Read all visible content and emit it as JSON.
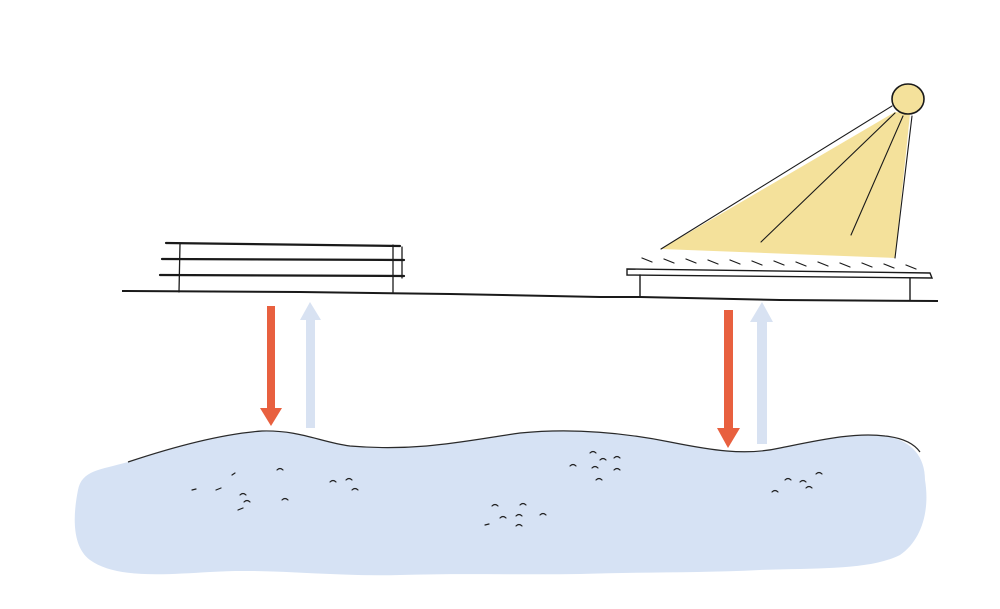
{
  "diagram": {
    "structures": [
      {
        "kind": "bench-structure",
        "icon": "bench-icon"
      },
      {
        "kind": "canopy-structure",
        "icon": "lamp-canopy-icon"
      }
    ],
    "arrows": [
      {
        "meaning": "heat-down",
        "color": "#e8603f"
      },
      {
        "meaning": "heat-up",
        "color": "#d8e2f2"
      },
      {
        "meaning": "heat-down",
        "color": "#e8603f"
      },
      {
        "meaning": "heat-up",
        "color": "#d8e2f2"
      }
    ],
    "colors": {
      "ground_line": "#1a1a1a",
      "water_fill": "#d6e2f4",
      "light_beam": "#f4e19b",
      "arrow_down": "#e8603f",
      "arrow_up": "#d8e2f2",
      "lamp": "#f4e19b"
    }
  }
}
